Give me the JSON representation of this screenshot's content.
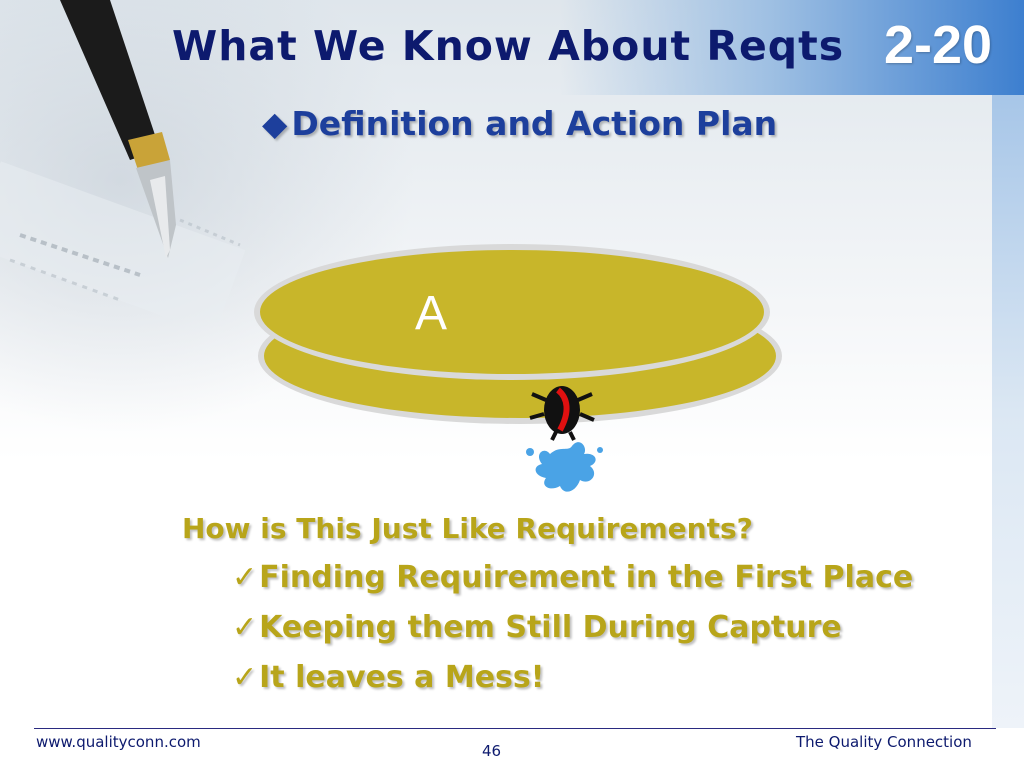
{
  "slide": {
    "title": "What We Know About Reqts",
    "number": "2-20",
    "subtitle_bullet": "◆",
    "subtitle": "Definition and Action Plan"
  },
  "diagram": {
    "top_label": "A",
    "icons": [
      "bug-icon",
      "splat-icon"
    ],
    "colors": {
      "disc": "#c8b62a",
      "disc_edge": "#d9d9d9",
      "bug_body": "#111111",
      "bug_accent": "#e01010",
      "splat": "#4aa3e6"
    }
  },
  "body": {
    "heading": "How is This Just Like Requirements?",
    "check_glyph": "✓",
    "items": [
      "Finding Requirement in the First Place",
      "Keeping them Still During Capture",
      "It leaves a Mess!"
    ]
  },
  "footer": {
    "left": "www.qualityconn.com",
    "page": "46",
    "right": "The Quality Connection"
  },
  "colors": {
    "title": "#0d1a6e",
    "subtitle": "#1d3f9c",
    "body_text": "#b8a51a",
    "accent_band": "#3d7fcf"
  }
}
